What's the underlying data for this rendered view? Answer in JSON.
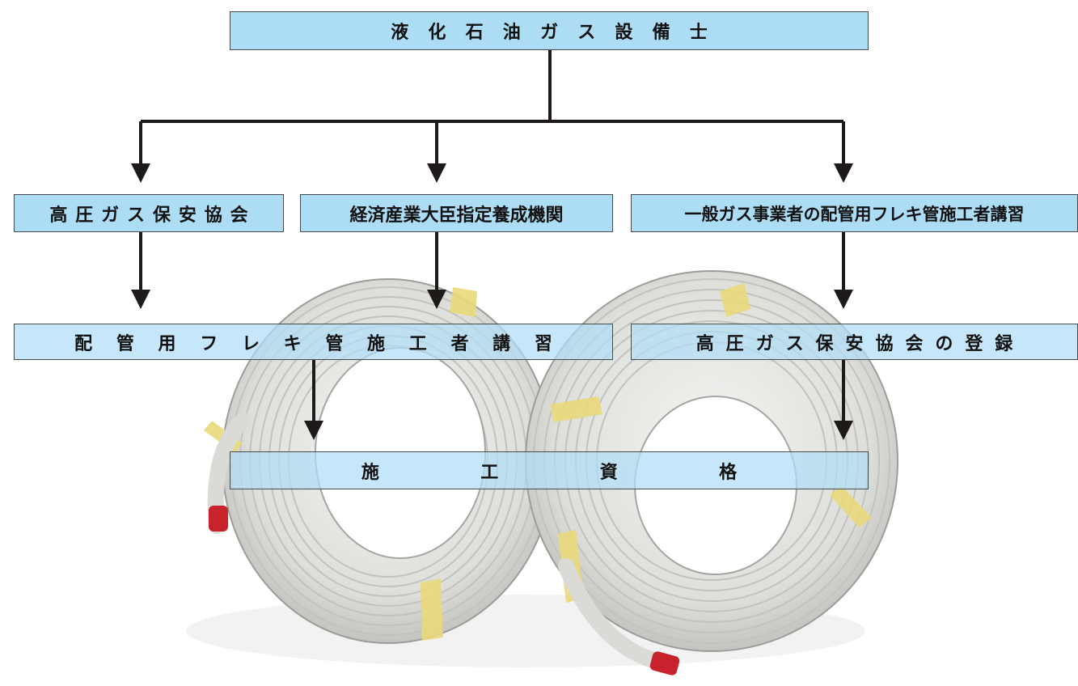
{
  "top_box": {
    "label": "液化石油ガス設備士"
  },
  "middle_boxes": {
    "left": {
      "label": "高圧ガス保安協会"
    },
    "center": {
      "label": "経済産業大臣指定養成機関"
    },
    "right": {
      "label": "一般ガス事業者の配管用フレキ管施工者講習"
    }
  },
  "lower_boxes": {
    "left": {
      "label": "配管用フレキ管施工者講習"
    },
    "right": {
      "label": "高圧ガス保安協会の登録"
    }
  },
  "bottom_box": {
    "label": "施工資格"
  },
  "photo": {
    "subject": "coiled-flexible-gas-pipe",
    "tube_color": "#e4e4e2",
    "tape_color": "#e9d97a",
    "cap_color": "#c8222c"
  },
  "colors": {
    "box_fill": "#a6daf4",
    "box_border": "#4a4a4a",
    "arrow": "#1e1a1a"
  }
}
